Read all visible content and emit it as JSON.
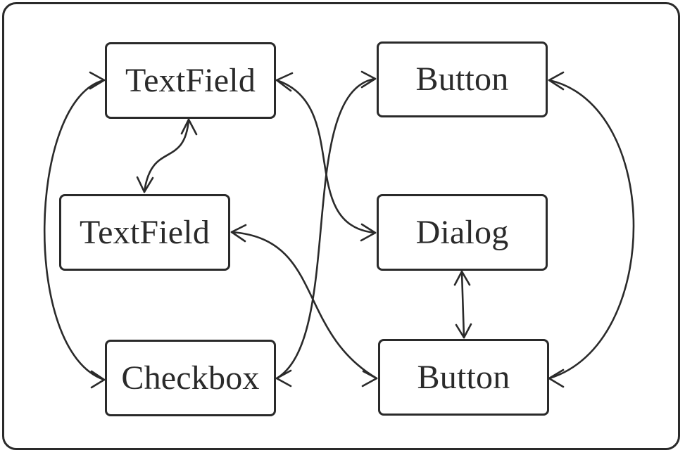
{
  "diagram": {
    "nodes": [
      {
        "id": "tf1",
        "label": "TextField"
      },
      {
        "id": "btn1",
        "label": "Button"
      },
      {
        "id": "tf2",
        "label": "TextField"
      },
      {
        "id": "dlg",
        "label": "Dialog"
      },
      {
        "id": "chk",
        "label": "Checkbox"
      },
      {
        "id": "btn2",
        "label": "Button"
      }
    ],
    "edges": [
      {
        "from": "tf1",
        "to": "chk",
        "direction": "both"
      },
      {
        "from": "tf1",
        "to": "tf2",
        "direction": "both"
      },
      {
        "from": "tf1",
        "to": "dlg",
        "direction": "both"
      },
      {
        "from": "btn1",
        "to": "chk",
        "direction": "both"
      },
      {
        "from": "btn1",
        "to": "btn2",
        "direction": "both"
      },
      {
        "from": "tf2",
        "to": "btn2",
        "direction": "both"
      },
      {
        "from": "dlg",
        "to": "btn2",
        "direction": "both"
      }
    ]
  },
  "colors": {
    "stroke": "#2a2a2a",
    "background": "#ffffff"
  }
}
